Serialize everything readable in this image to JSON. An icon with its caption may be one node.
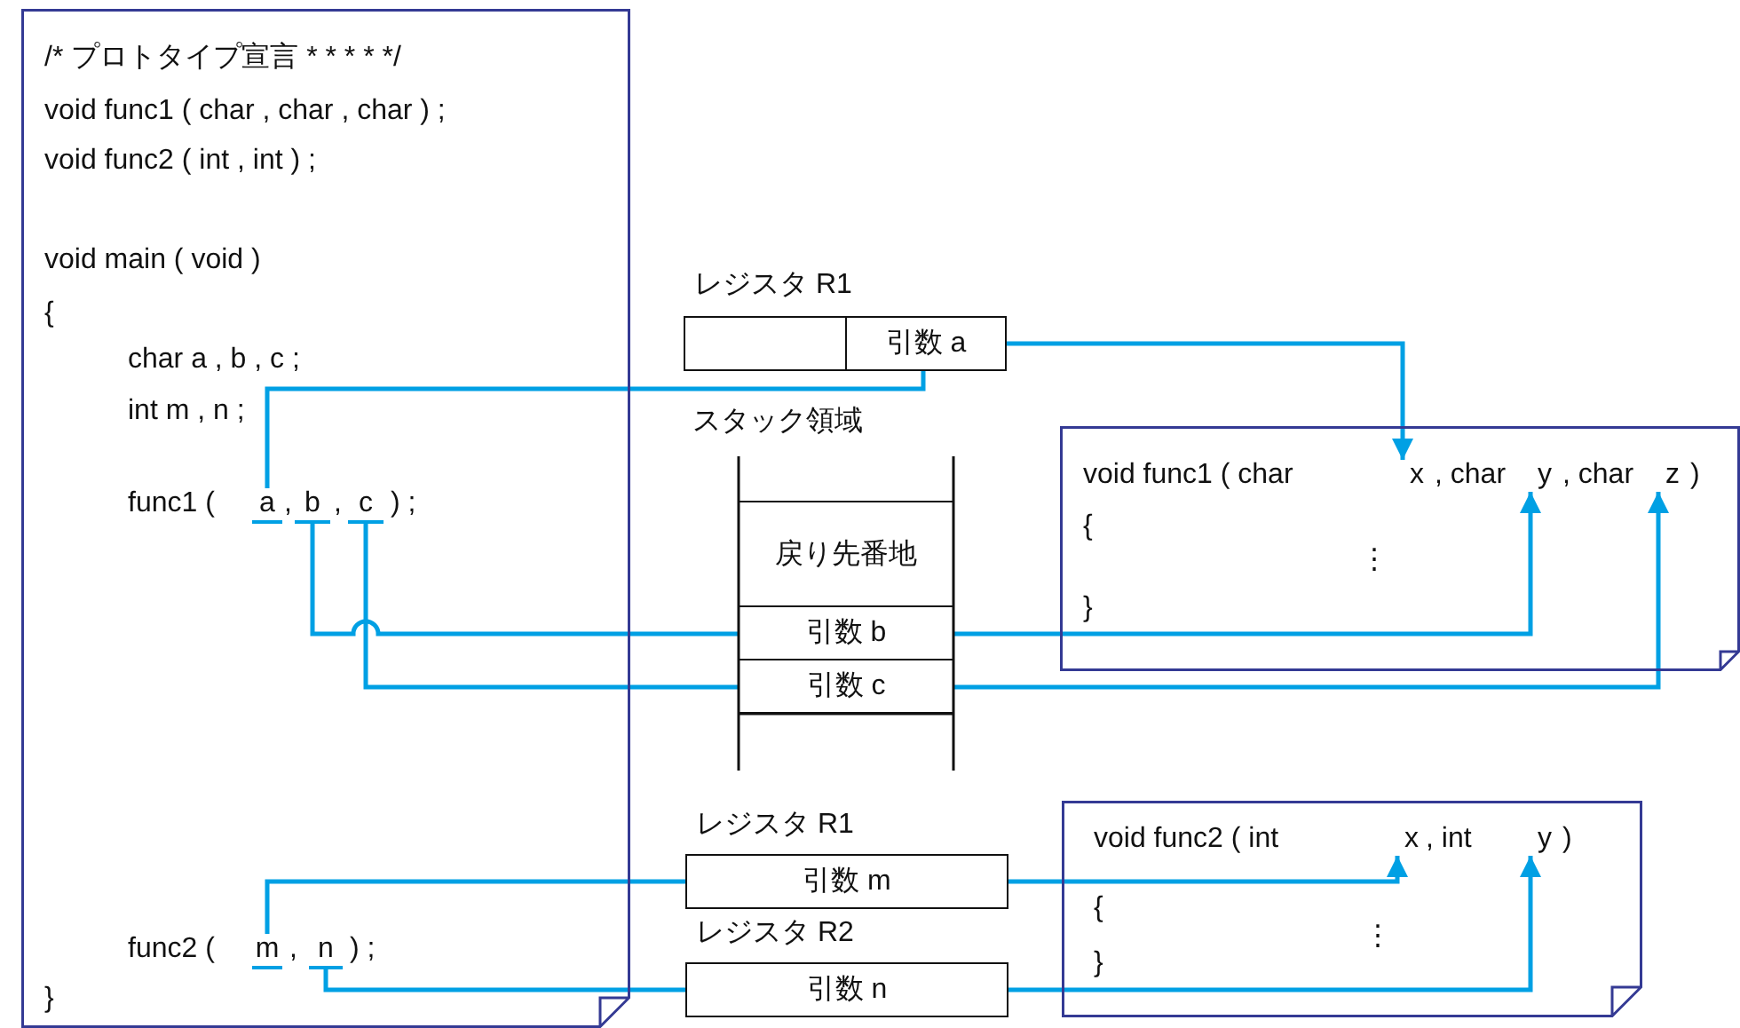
{
  "diagram": {
    "nodes": [
      {
        "text": [
          "/* プロトタイプ宣言 * * * * */",
          "void func1 ( char , char , char ) ;",
          "void func2 ( int , int ) ;",
          "void main ( void )",
          "{",
          "char a , b , c ;",
          "int m , n ;",
          "func1 (",
          ",",
          ",",
          ") ;",
          "func2 (",
          ",",
          ") ;",
          "}"
        ]
      },
      {
        "text": [
          "a"
        ],
        "in": 0
      },
      {
        "text": [
          "b"
        ],
        "in": 0
      },
      {
        "text": [
          "c"
        ],
        "in": 0
      },
      {
        "text": [
          "m"
        ],
        "in": 0
      },
      {
        "text": [
          "n"
        ],
        "in": 0
      },
      {
        "text": [
          "レジスタ R1",
          "引数 a"
        ]
      },
      {
        "text": [
          "スタック領域"
        ]
      },
      {
        "text": [
          "戻り先番地"
        ],
        "in": 7
      },
      {
        "text": [
          "引数 b"
        ],
        "in": 7
      },
      {
        "text": [
          "引数 c"
        ],
        "in": 7
      },
      {
        "text": [
          "void func1 ( char",
          ", char",
          ", char",
          ")",
          "{",
          "⋮",
          "}"
        ]
      },
      {
        "text": [
          "x"
        ],
        "in": 11
      },
      {
        "text": [
          "y"
        ],
        "in": 11
      },
      {
        "text": [
          "z"
        ],
        "in": 11
      },
      {
        "text": [
          "レジスタ R1",
          "引数 m"
        ]
      },
      {
        "text": [
          "レジスタ R2",
          "引数 n"
        ]
      },
      {
        "text": [
          "void func2 ( int",
          ", int",
          ")",
          "{",
          "⋮",
          "}"
        ]
      },
      {
        "text": [
          "x"
        ],
        "in": 17
      },
      {
        "text": [
          "y"
        ],
        "in": 17
      }
    ],
    "edges": [
      {
        "from": 1,
        "to": 6,
        "arrow": "none"
      },
      {
        "from": 6,
        "to": 12,
        "arrow": "to"
      },
      {
        "from": 2,
        "to": 9,
        "arrow": "none"
      },
      {
        "from": 9,
        "to": 13,
        "arrow": "to"
      },
      {
        "from": 3,
        "to": 10,
        "arrow": "none"
      },
      {
        "from": 10,
        "to": 14,
        "arrow": "to"
      },
      {
        "from": 4,
        "to": 15,
        "arrow": "none"
      },
      {
        "from": 15,
        "to": 18,
        "arrow": "to"
      },
      {
        "from": 5,
        "to": 16,
        "arrow": "none"
      },
      {
        "from": 16,
        "to": 19,
        "arrow": "to"
      }
    ]
  }
}
